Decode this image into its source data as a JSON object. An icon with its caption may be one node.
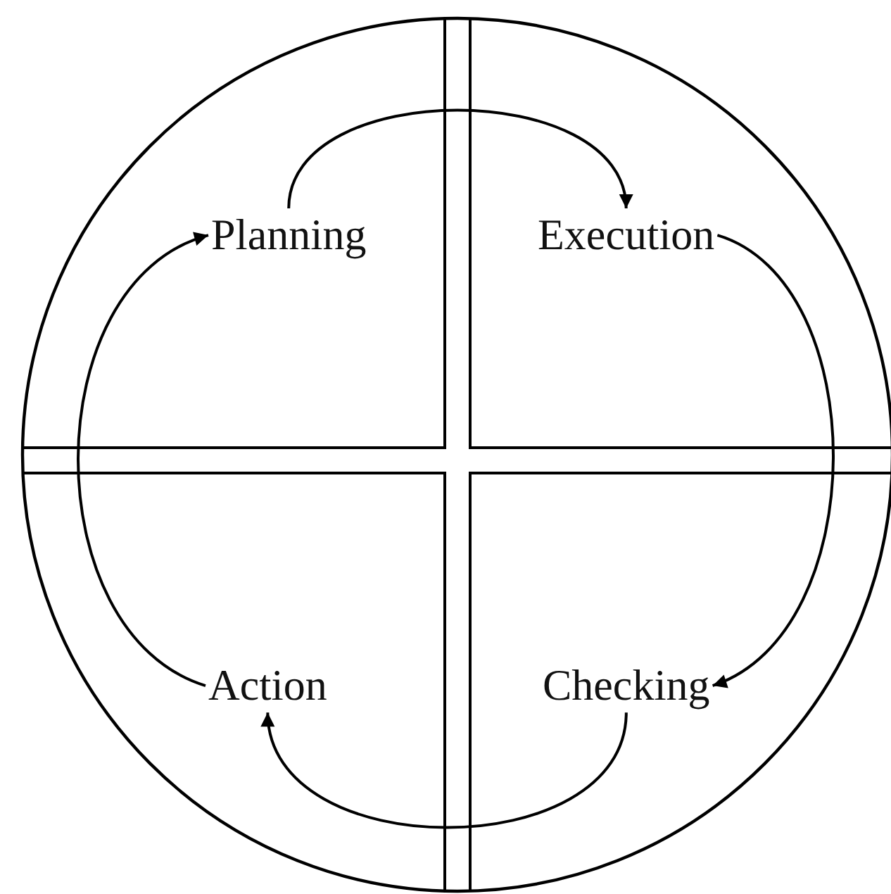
{
  "diagram": {
    "nodes": [
      {
        "text": [],
        "shape": "circle"
      },
      {
        "text": [
          "Planning"
        ],
        "in": 0
      },
      {
        "text": [
          "Execution"
        ],
        "in": 0
      },
      {
        "text": [
          "Checking"
        ],
        "in": 0
      },
      {
        "text": [
          "Action"
        ],
        "in": 0
      }
    ],
    "edges": [
      {
        "from": 1,
        "to": 2,
        "arrow": "to"
      },
      {
        "from": 2,
        "to": 3,
        "arrow": "to"
      },
      {
        "from": 3,
        "to": 4,
        "arrow": "to"
      },
      {
        "from": 4,
        "to": 1,
        "arrow": "to"
      }
    ]
  }
}
